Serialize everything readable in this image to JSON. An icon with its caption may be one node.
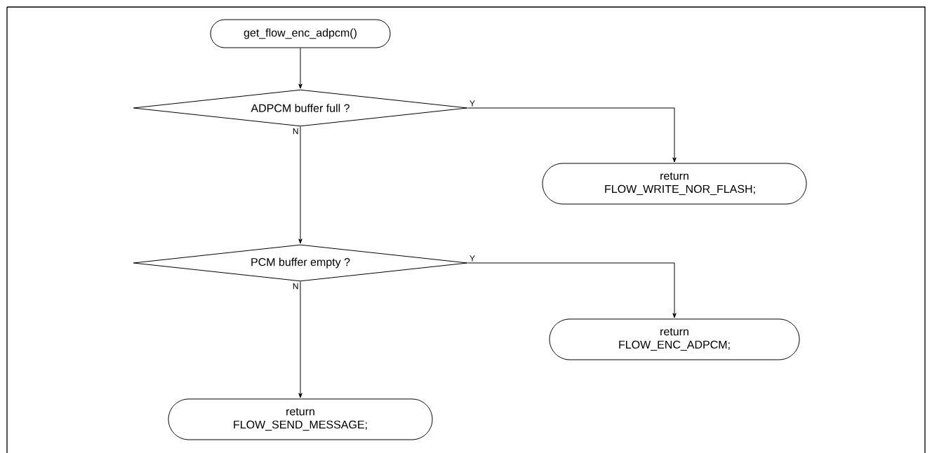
{
  "diagram": {
    "nodes": [
      {
        "text": [
          "get_flow_enc_adpcm()"
        ]
      },
      {
        "text": [
          "ADPCM buffer full ?"
        ]
      },
      {
        "text": [
          "return FLOW_WRITE_NOR_FLASH;"
        ]
      },
      {
        "text": [
          "PCM buffer empty ?"
        ]
      },
      {
        "text": [
          "return FLOW_ENC_ADPCM;"
        ]
      },
      {
        "text": [
          "return FLOW_SEND_MESSAGE;"
        ]
      }
    ],
    "edges": [
      {
        "from": 0,
        "to": 1,
        "arrow": "to"
      },
      {
        "from": 1,
        "to": 2,
        "arrow": "to",
        "label": "Y"
      },
      {
        "from": 1,
        "to": 3,
        "arrow": "to",
        "label": "N"
      },
      {
        "from": 3,
        "to": 4,
        "arrow": "to",
        "label": "Y"
      },
      {
        "from": 3,
        "to": 5,
        "arrow": "to",
        "label": "N"
      }
    ]
  }
}
